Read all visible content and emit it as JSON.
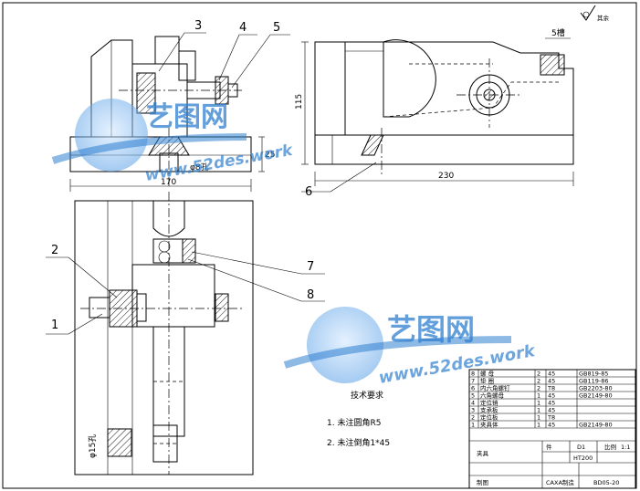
{
  "balloons": {
    "p1": "1",
    "p2": "2",
    "p3": "3",
    "p4": "4",
    "p5": "5",
    "p6": "6",
    "p7": "7",
    "p8": "8"
  },
  "dimensions": {
    "width_left": "170",
    "height_front": "115",
    "height_base": "25",
    "width_right": "230",
    "slot_top": "5槽",
    "hole_note": "φ8孔",
    "chamfer_note": "φ15孔"
  },
  "surface_symbol": "其余",
  "tech_notes": {
    "title": "技术要求",
    "item1": "1. 未注圆角R5",
    "item2": "2. 未注倒角1*45"
  },
  "parts_table": [
    {
      "no": "8",
      "name": "螺 母",
      "qty": "2",
      "mat": "45",
      "std": "GB819-85"
    },
    {
      "no": "7",
      "name": "垫 圈",
      "qty": "2",
      "mat": "45",
      "std": "GB119-86"
    },
    {
      "no": "6",
      "name": "内六角螺钉",
      "qty": "2",
      "mat": "T8",
      "std": "GB2203-80"
    },
    {
      "no": "5",
      "name": "六角螺母",
      "qty": "1",
      "mat": "45",
      "std": "GB2149-80"
    },
    {
      "no": "4",
      "name": "定位销",
      "qty": "1",
      "mat": "45",
      "std": ""
    },
    {
      "no": "3",
      "name": "支承板",
      "qty": "1",
      "mat": "45",
      "std": ""
    },
    {
      "no": "2",
      "name": "定位板",
      "qty": "1",
      "mat": "T8",
      "std": ""
    },
    {
      "no": "1",
      "name": "夹具体",
      "qty": "1",
      "mat": "45",
      "std": "GB2149-80"
    }
  ],
  "title_block": {
    "drawing_name": "夹具",
    "scale_label": "比例",
    "scale_value": "1:1",
    "material": "HT200",
    "sheet": "D1",
    "school": "CAXA制造",
    "drawing_no": "BD05-20",
    "designer": "制图"
  },
  "watermark": {
    "logo_text": "艺图网",
    "url_text": "www.52des.work"
  }
}
